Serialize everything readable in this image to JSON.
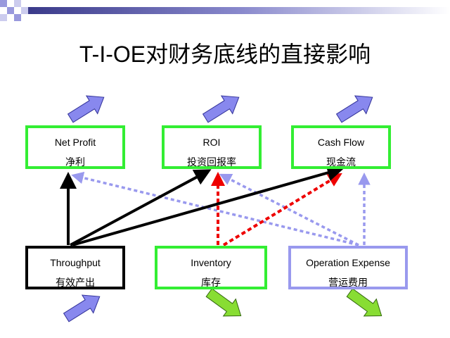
{
  "title": "T-I-OE对财务底线的直接影响",
  "boxes": {
    "net_profit": {
      "en": "Net Profit",
      "zh": "净利"
    },
    "roi": {
      "en": "ROI",
      "zh": "投资回报率"
    },
    "cash_flow": {
      "en": "Cash Flow",
      "zh": "现金流"
    },
    "throughput": {
      "en": "Throughput",
      "zh": "有效产出"
    },
    "inventory": {
      "en": "Inventory",
      "zh": "库存"
    },
    "operation_expense": {
      "en": "Operation Expense",
      "zh": "营运费用"
    }
  },
  "colors": {
    "green_border": "#33ee33",
    "black_border": "#000000",
    "lavender_border": "#9999ee",
    "up_arrow_fill": "#8888ee",
    "down_arrow_fill": "#88dd33",
    "dotted_blue": "#9999ee",
    "dotted_red": "#ee0000",
    "solid_black": "#000000"
  }
}
